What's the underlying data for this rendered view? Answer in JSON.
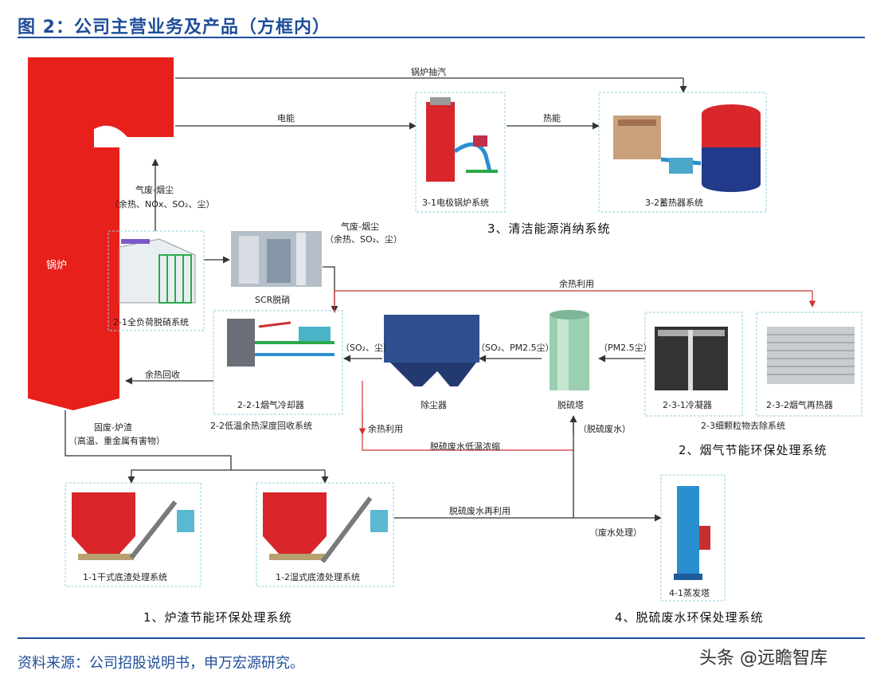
{
  "title": "图 2：公司主营业务及产品（方框内）",
  "source": "资料来源：公司招股说明书，申万宏源研究。",
  "watermark": "头条 @远瞻智库",
  "boiler": {
    "label": "锅炉"
  },
  "flows": {
    "boiler_steam": "锅炉抽汽",
    "electric": "电能",
    "heat": "热能",
    "gas_waste_1": "气废-烟尘",
    "gas_waste_1_detail": "（余热、NOx、SO₂、尘）",
    "gas_waste_2": "气废-烟尘",
    "gas_waste_2_detail": "（余热、SO₂、尘）",
    "waste_heat_use_top": "余热利用",
    "waste_heat_recovery": "余热回收",
    "so2_dust": "（SO₂、尘）",
    "so2_pm25": "（SO₂、PM2.5尘）",
    "pm25": "（PM2.5尘）",
    "waste_heat_use_mid": "余热利用",
    "desulf_waste_water": "（脱硫废水）",
    "desulf_low_temp": "脱硫废水低温浓缩",
    "solid_waste": "固废-炉渣",
    "solid_waste_detail": "（高温、重金属有害物）",
    "desulf_reuse": "脱硫废水再利用",
    "waste_water_treatment": "（废水处理）"
  },
  "components": {
    "c31": "3-1电极锅炉系统",
    "c32": "3-2蓄热器系统",
    "c21": "2-1全负荷脱硝系统",
    "scr": "SCR脱硝",
    "c221": "2-2-1烟气冷却器",
    "c22": "2-2低温余热深度回收系统",
    "dust_collector": "除尘器",
    "desulf_tower": "脱硫塔",
    "c231": "2-3-1冷凝器",
    "c232": "2-3-2烟气再热器",
    "c23": "2-3细颗粒物去除系统",
    "c11": "1-1干式底渣处理系统",
    "c12": "1-2湿式底渣处理系统",
    "c41": "4-1蒸发塔"
  },
  "systems": {
    "s1": "1、炉渣节能环保处理系统",
    "s2": "2、烟气节能环保处理系统",
    "s3": "3、清洁能源消纳系统",
    "s4": "4、脱硫废水环保处理系统"
  },
  "colors": {
    "accent": "#1f4e9a",
    "boiler": "#e8201c",
    "flow": "#333333",
    "frame": "#8fd0d8"
  }
}
